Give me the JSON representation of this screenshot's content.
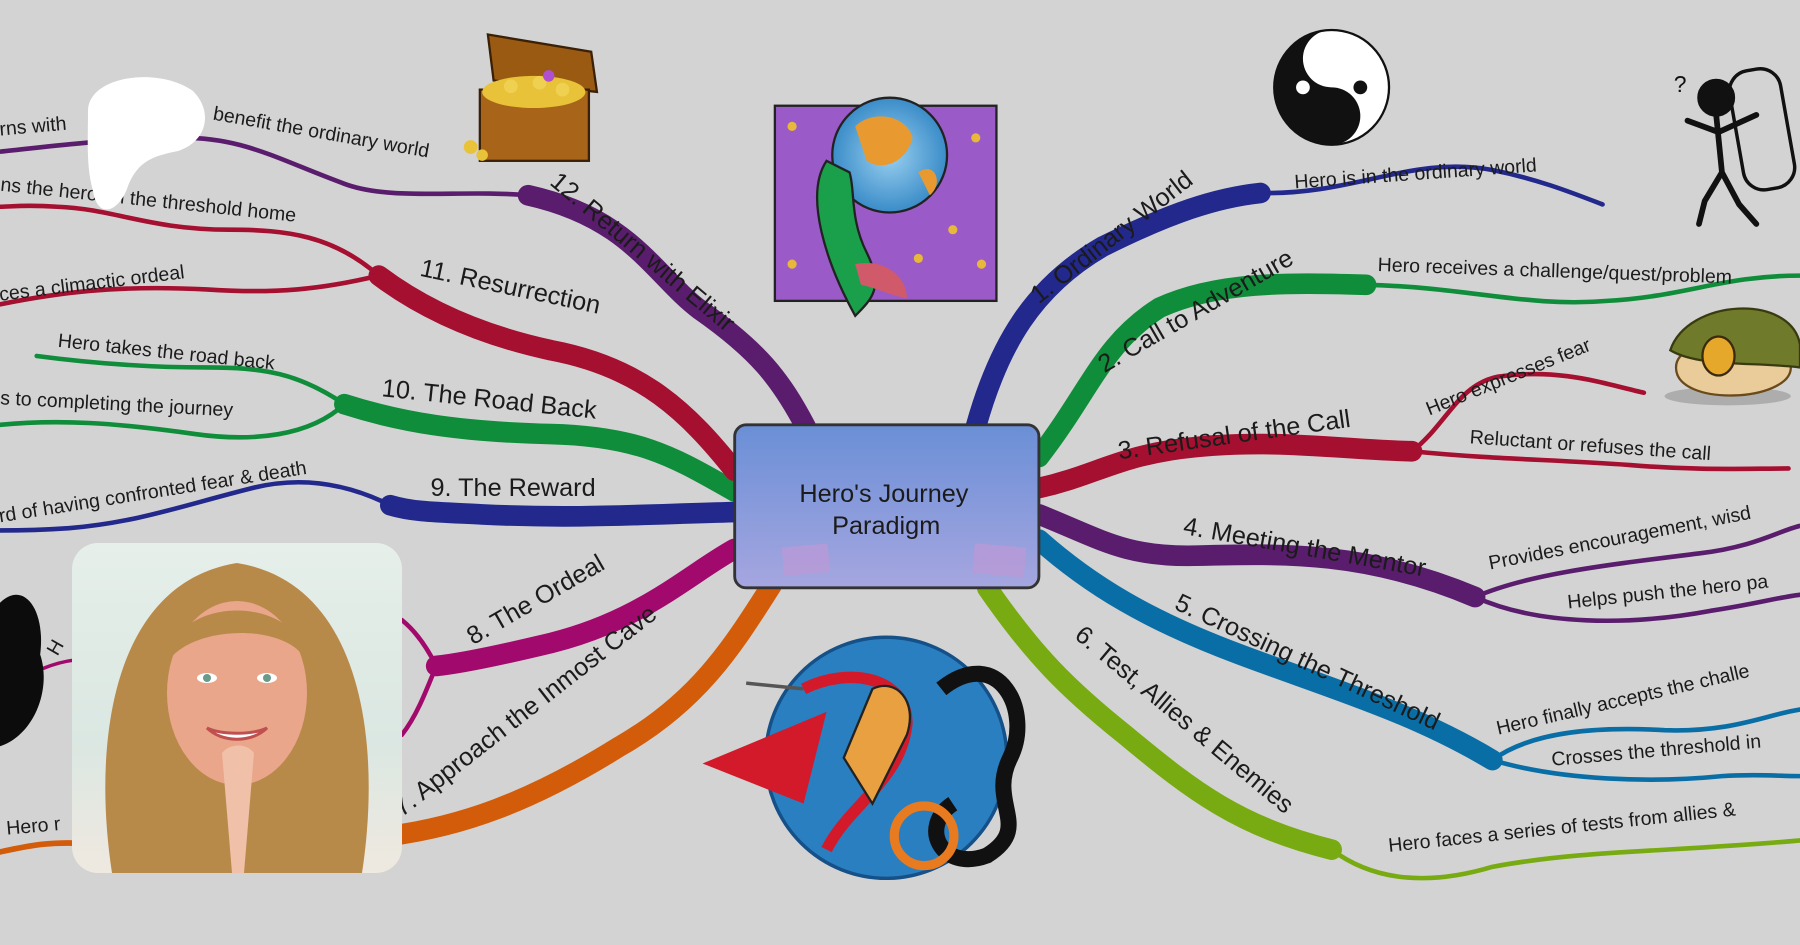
{
  "center": {
    "line1": "Hero's Journey",
    "line2": "Paradigm"
  },
  "branches": [
    {
      "label": "1. Ordinary World",
      "color": "#22288c",
      "subs": [
        "Hero is in the ordinary world"
      ]
    },
    {
      "label": "2. Call to Adventure",
      "color": "#0f8d3a",
      "subs": [
        "Hero receives a challenge/quest/problem"
      ]
    },
    {
      "label": "3. Refusal of the Call",
      "color": "#a50f30",
      "subs": [
        "Hero expresses fear",
        "Reluctant or refuses the call"
      ]
    },
    {
      "label": "4. Meeting the Mentor",
      "color": "#5a1c6c",
      "subs": [
        "Provides encouragement, wisd",
        "Helps push the hero pa"
      ]
    },
    {
      "label": "5. Crossing the Threshold",
      "color": "#0a6ea6",
      "subs": [
        "Hero finally accepts the challe",
        "Crosses the threshold in"
      ]
    },
    {
      "label": "6. Test, Allies & Enemies",
      "color": "#78ab12",
      "subs": [
        "Hero faces a series of tests from allies &"
      ]
    },
    {
      "label": "7. Approach the Inmost Cave",
      "color": "#d35c0a",
      "subs": [
        "Hero r"
      ]
    },
    {
      "label": "8. The Ordeal",
      "color": "#a10a6c",
      "subs": [
        "H"
      ]
    },
    {
      "label": "9. The Reward",
      "color": "#22288c",
      "subs": [
        "rd of having confronted fear & death"
      ]
    },
    {
      "label": "10. The Road Back",
      "color": "#0f8d3a",
      "subs": [
        "Hero takes the road back",
        "s to completing the journey"
      ]
    },
    {
      "label": "11. Resurrection",
      "color": "#a50f30",
      "subs": [
        "ns the hero on the threshold home",
        "ces a climactic ordeal"
      ]
    },
    {
      "label": "12. Return with Elixir",
      "color": "#5a1c6c",
      "subs": [
        "rns with",
        "benefit the ordinary world"
      ]
    }
  ],
  "background": "#d3d3d3"
}
